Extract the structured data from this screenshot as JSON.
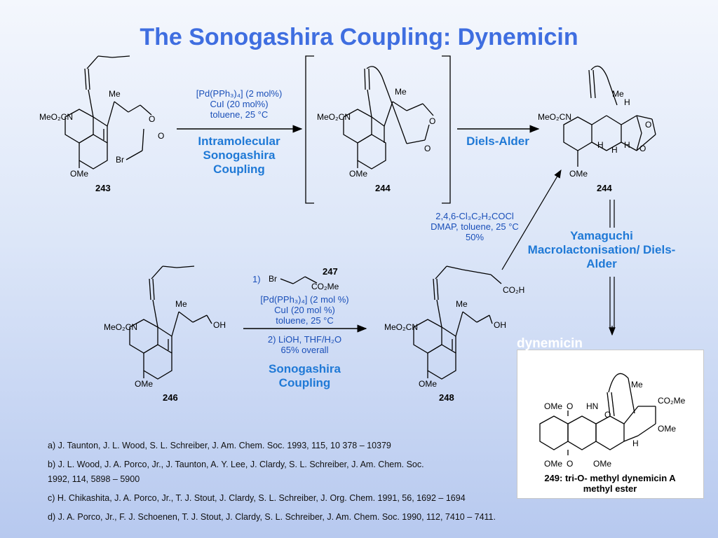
{
  "title": "The Sonogashira Coupling: Dynemicin",
  "compounds": {
    "c243": "243",
    "c244_lactone": "244",
    "c244_adduct": "244",
    "c246": "246",
    "c247": "247",
    "c248": "248"
  },
  "atoms": {
    "meo2cn": "MeO₂CN",
    "ome": "OMe",
    "me": "Me",
    "o": "O",
    "br": "Br",
    "h": "H",
    "oh": "OH",
    "co2h": "CO₂H",
    "co2me": "CO₂Me",
    "hn": "HN"
  },
  "step1": {
    "cond_line1": "[Pd(PPh₃)₄] (2 mol%)",
    "cond_line2": "CuI (20 mol%)",
    "cond_line3": "toluene, 25 °C",
    "name": "Intramolecular Sonogashira Coupling"
  },
  "step2": {
    "name": "Diels-Alder"
  },
  "step3": {
    "cond_line1": "2,4,6-Cl₃C₂H₂COCl",
    "cond_line2": "DMAP, toluene, 25 °C",
    "cond_line3": "50%",
    "name": "Yamaguchi Macrolactonisation/ Diels-Alder"
  },
  "step4": {
    "num1": "1)",
    "cond_line1": "[Pd(PPh₃)₄] (2 mol %)",
    "cond_line2": "CuI (20 mol %)",
    "cond_line3": "toluene, 25 °C",
    "cond_line4": "2) LiOH, THF/H₂O",
    "cond_line5": "65% overall",
    "name": "Sonogashira Coupling"
  },
  "dynemicin": {
    "title": "dynemicin",
    "caption_line1": "249: tri-O- methyl dynemicin A",
    "caption_line2": "methyl ester"
  },
  "references": [
    "a) J. Taunton, J. L. Wood, S. L. Schreiber, J. Am. Chem. Soc. 1993, 115, 10 378 – 10379",
    "b) J. L. Wood, J. A. Porco, Jr., J. Taunton, A. Y. Lee, J. Clardy, S. L. Schreiber, J. Am. Chem. Soc.",
    "1992, 114, 5898 – 5900",
    "c) H. Chikashita, J. A. Porco, Jr., T. J. Stout, J. Clardy, S. L. Schreiber, J. Org. Chem. 1991, 56, 1692 – 1694",
    "d) J. A. Porco, Jr., F. J. Schoenen, T. J. Stout, J. Clardy, S. L. Schreiber, J. Am. Chem. Soc. 1990, 112, 7410 – 7411."
  ],
  "colors": {
    "title": "#3f6ee0",
    "step_name": "#1f79d6",
    "conditions": "#1a4fb8"
  }
}
